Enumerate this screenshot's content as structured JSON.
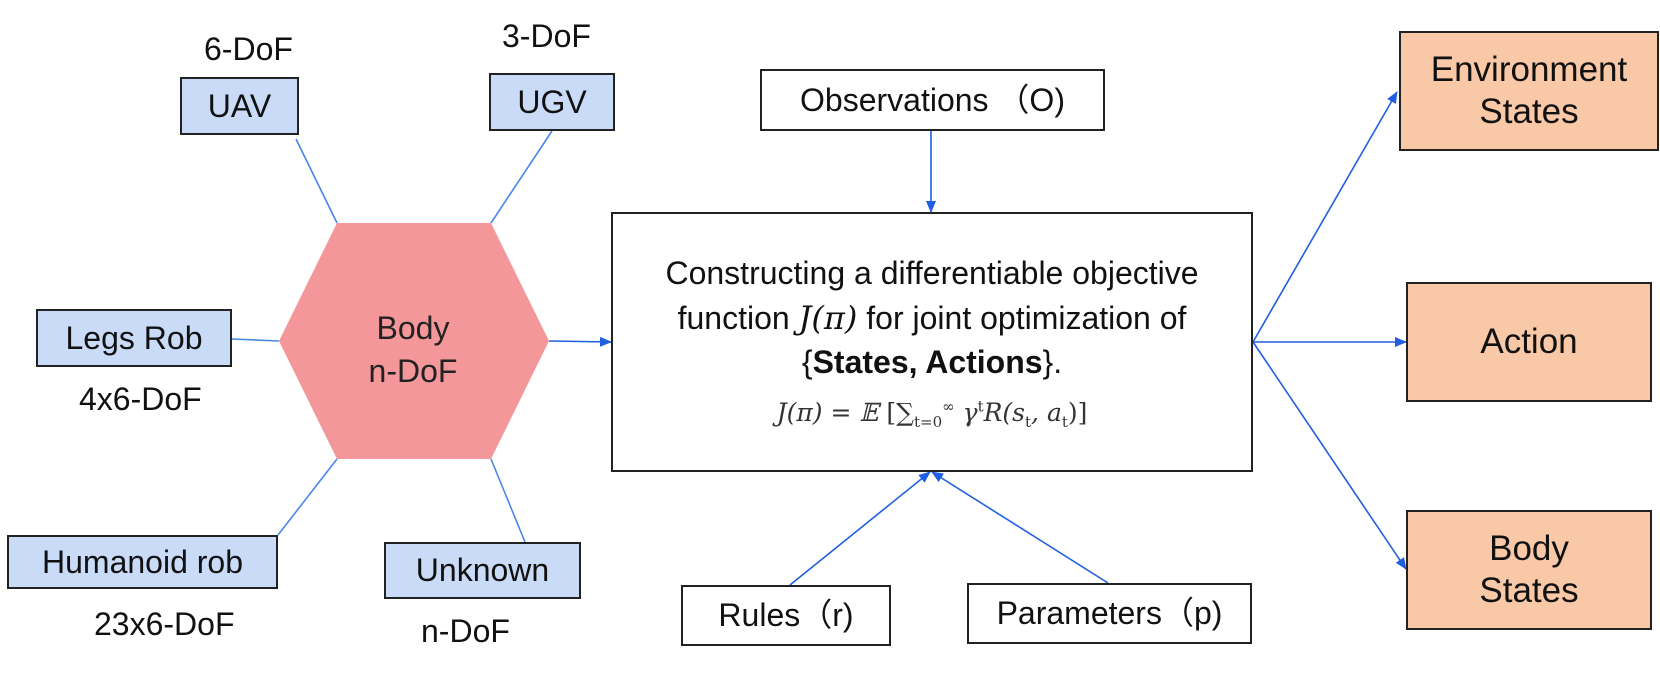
{
  "colors": {
    "robot_box_fill": "#c9dbf7",
    "output_box_fill": "#f8c8a7",
    "hexagon_fill": "#f3979b",
    "arrow": "#1f5fe0"
  },
  "body": {
    "line1": "Body",
    "line2": "n-DoF"
  },
  "robots": {
    "uav": {
      "name": "UAV",
      "dof": "6-DoF"
    },
    "ugv": {
      "name": "UGV",
      "dof": "3-DoF"
    },
    "legs": {
      "name": "Legs Rob",
      "dof": "4x6-DoF"
    },
    "humanoid": {
      "name": "Humanoid rob",
      "dof": "23x6-DoF"
    },
    "unknown": {
      "name": "Unknown",
      "dof": "n-DoF"
    }
  },
  "center": {
    "line1": "Constructing a differentiable objective",
    "line2_pre": "function",
    "line2_fn": "J(π)",
    "line2_post": "for joint optimization of",
    "line3_open": "{",
    "line3_bold": "States, Actions",
    "line3_close": "}.",
    "formula": {
      "lhs": "J(π) = 𝔼",
      "open": "[",
      "sum": "∑",
      "sum_lower": "t=0",
      "sum_upper": "∞",
      "gamma": "γ",
      "gamma_exp": "t",
      "reward": "R(s",
      "s_sub": "t",
      "mid": ", a",
      "a_sub": "t",
      "close": ")]"
    }
  },
  "inputs": {
    "observations": "Observations （O)",
    "rules": "Rules（r)",
    "parameters": "Parameters（p)"
  },
  "outputs": {
    "environment_line1": "Environment",
    "environment_line2": "States",
    "action": "Action",
    "body_line1": "Body",
    "body_line2": "States"
  }
}
